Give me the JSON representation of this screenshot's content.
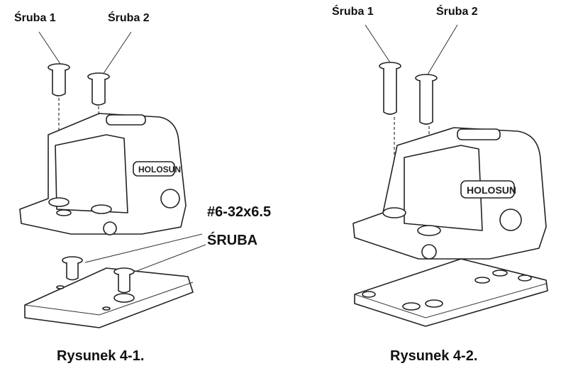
{
  "figure_left": {
    "screw1_label": "Śruba 1",
    "screw2_label": "Śruba 2",
    "screw_spec": "#6-32x6.5",
    "screw_spec_label": "ŚRUBA",
    "caption": "Rysunek 4-1.",
    "logo_text": "HOLOSUN"
  },
  "figure_right": {
    "screw1_label": "Śruba 1",
    "screw2_label": "Śruba 2",
    "caption": "Rysunek 4-2.",
    "logo_text": "HOLOSUN"
  }
}
